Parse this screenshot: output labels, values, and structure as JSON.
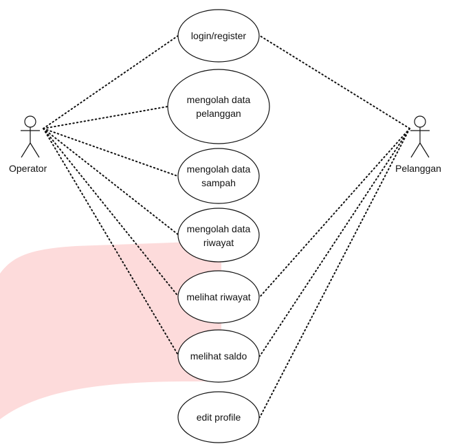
{
  "diagram": {
    "background_band_color": "#fddbdb",
    "actors": {
      "operator": {
        "label": "Operator"
      },
      "pelanggan": {
        "label": "Pelanggan"
      }
    },
    "use_cases": {
      "login": {
        "lines": [
          "login/register"
        ]
      },
      "pelanggan": {
        "lines": [
          "mengolah data",
          "pelanggan"
        ]
      },
      "sampah": {
        "lines": [
          "mengolah data",
          "sampah"
        ]
      },
      "riwayat": {
        "lines": [
          "mengolah data",
          "riwayat"
        ]
      },
      "lihat_riwayat": {
        "lines": [
          "melihat riwayat"
        ]
      },
      "lihat_saldo": {
        "lines": [
          "melihat saldo"
        ]
      },
      "edit_profile": {
        "lines": [
          "edit profile"
        ]
      }
    }
  }
}
